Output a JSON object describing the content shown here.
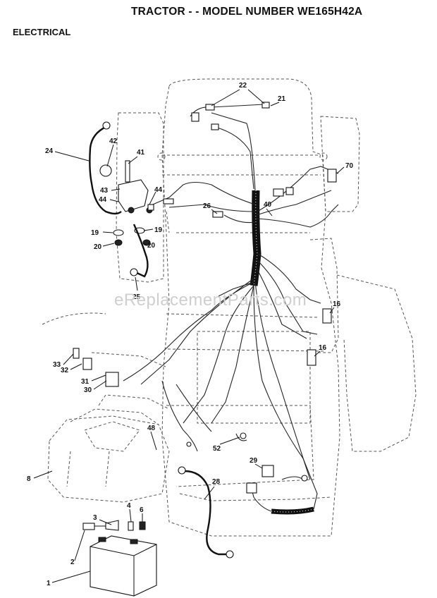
{
  "header": {
    "title": "TRACTOR - - MODEL NUMBER WE165H42A",
    "section": "ELECTRICAL"
  },
  "watermark": "eReplacementParts.com",
  "callouts": {
    "c1": "1",
    "c2": "2",
    "c3": "3",
    "c4": "4",
    "c6": "6",
    "c8": "8",
    "c16a": "16",
    "c16b": "16",
    "c19a": "19",
    "c19b": "19",
    "c20a": "20",
    "c20b": "20",
    "c21": "21",
    "c22": "22",
    "c24": "24",
    "c25": "25",
    "c26": "26",
    "c28": "28",
    "c29": "29",
    "c30": "30",
    "c31": "31",
    "c32": "32",
    "c33": "33",
    "c40": "40",
    "c41": "41",
    "c42": "42",
    "c43": "43",
    "c44a": "44",
    "c44b": "44",
    "c48": "48",
    "c52": "52",
    "c70": "70"
  }
}
